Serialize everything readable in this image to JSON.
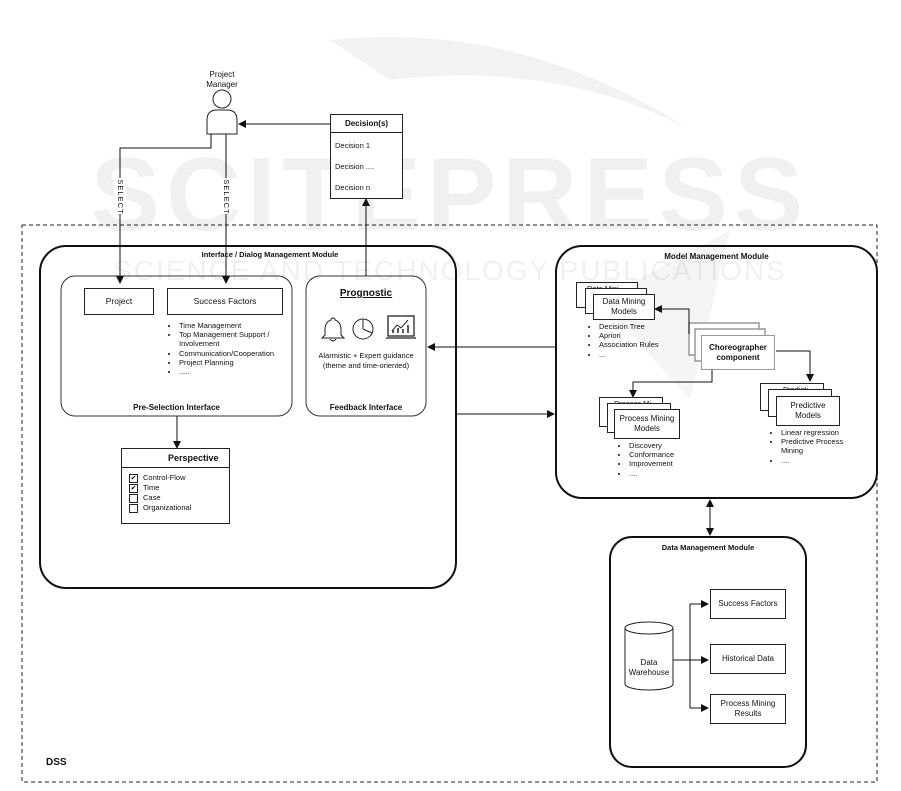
{
  "watermark": {
    "big": "SCITEPRESS",
    "sub": "SCIENCE AND TECHNOLOGY PUBLICATIONS"
  },
  "project_manager": {
    "label_line1": "Project",
    "label_line2": "Manager"
  },
  "select_label": "SELECT",
  "decisions": {
    "title": "Decision(s)",
    "items": [
      "Decision 1",
      "Decision ....",
      "Decision n"
    ]
  },
  "dss_label": "DSS",
  "interface_module": {
    "title": "Interface / Dialog Management Module",
    "preselection": {
      "title": "Pre-Selection Interface",
      "project_label": "Project",
      "success_factors_label": "Success Factors",
      "items": [
        "Time Management",
        "Top Management Support /",
        "Involvement",
        "Communication/Cooperation",
        "Project Planning",
        "....."
      ]
    },
    "feedback": {
      "title": "Feedback Interface",
      "prognostic": "Prognostic",
      "guidance_line1": "Alarmistic + Expert guidance",
      "guidance_line2": "(theme and time-oriented)",
      "icons": [
        "bell-icon",
        "pie-chart-icon",
        "dashboard-icon"
      ]
    },
    "perspective": {
      "title": "Perspective",
      "options": [
        {
          "label": "Control-Flow",
          "checked": true
        },
        {
          "label": "Time",
          "checked": true
        },
        {
          "label": "Case",
          "checked": false
        },
        {
          "label": "Organizational",
          "checked": false
        }
      ]
    }
  },
  "model_module": {
    "title": "Model Management Module",
    "data_mining": {
      "back_label": "Data Mini",
      "label_line1": "Data Mining",
      "label_line2": "Models",
      "items": [
        "Decision Tree",
        "Apriori",
        "Association Rules",
        "..."
      ]
    },
    "choreographer": {
      "line1": "Choreographer",
      "line2": "component"
    },
    "process_mining": {
      "back_label": "Process Mi",
      "label_line1": "Process Mining",
      "label_line2": "Models",
      "items": [
        "Discovery",
        "Conformance",
        "Improvement",
        "...."
      ]
    },
    "predictive": {
      "back_label": "Predicti",
      "label_line1": "Predictive",
      "label_line2": "Models",
      "items": [
        "Linear regression",
        "Predictive Process",
        "Mining",
        "...."
      ]
    }
  },
  "data_module": {
    "title": "Data Management Module",
    "warehouse_line1": "Data",
    "warehouse_line2": "Warehouse",
    "outputs": [
      "Success Factors",
      "Historical Data",
      "Process Mining",
      "Results"
    ]
  }
}
